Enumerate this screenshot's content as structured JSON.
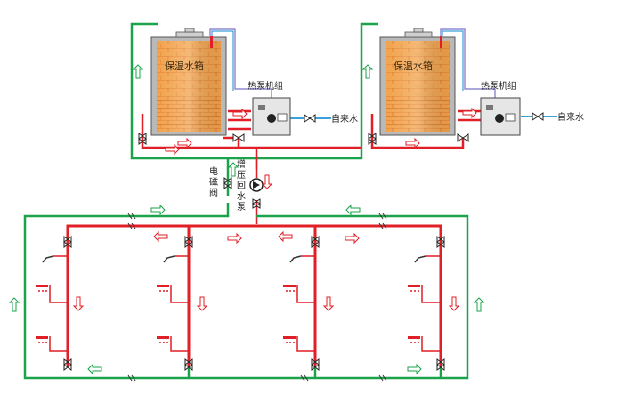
{
  "labels": {
    "tank": "保温水箱",
    "heat_pump": "热泵机组",
    "tap_water": "自来水",
    "solenoid_valve_chars": [
      "电",
      "磁",
      "阀"
    ],
    "booster_pump_chars": [
      "增",
      "压",
      "回",
      "水",
      "泵"
    ]
  },
  "colors": {
    "hot_pipe": "#e01f26",
    "return_pipe": "#1aa34a",
    "cold_pipe": "#3aa0d8",
    "tank_fill": "#f2a24a",
    "tank_grid": "#d9702a"
  },
  "icons": {
    "valve": "bowtie-valve-icon",
    "pump": "circle-pump-icon",
    "shower": "shower-head-icon",
    "faucet": "faucet-icon",
    "flow_arrow": "flow-arrow-icon"
  }
}
